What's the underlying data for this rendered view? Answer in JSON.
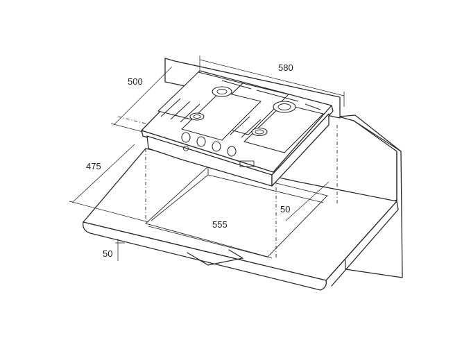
{
  "dimensions": {
    "width_580": "580",
    "depth_500": "500",
    "cutout_depth_475": "475",
    "cutout_width_555": "555",
    "rear_clearance_50": "50",
    "front_clearance_50": "50"
  },
  "colors": {
    "ink": "#2a2a2a",
    "background": "#ffffff"
  }
}
